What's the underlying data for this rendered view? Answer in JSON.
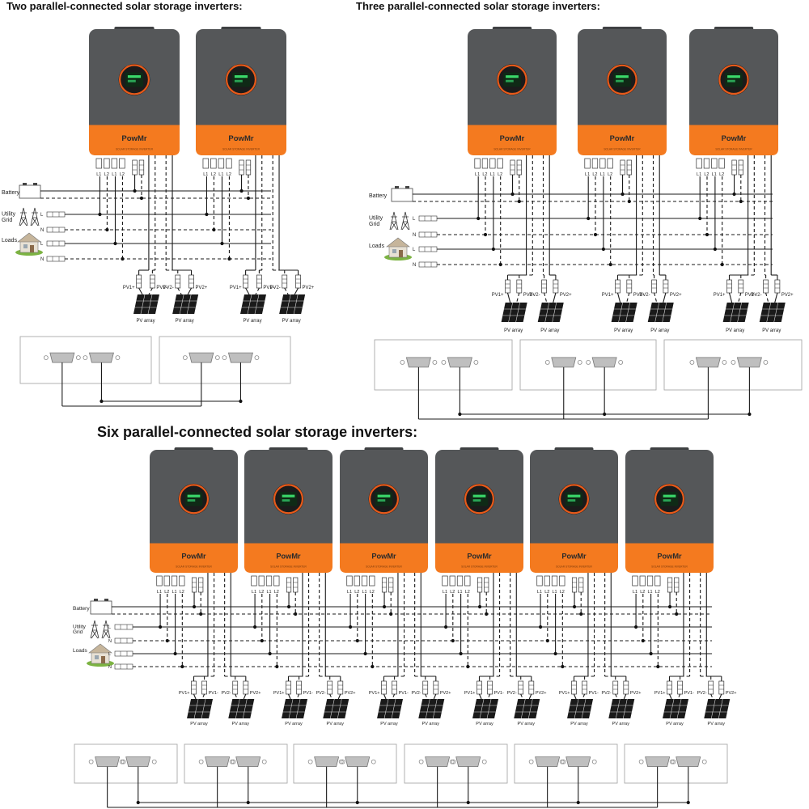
{
  "sections": {
    "two": {
      "title": "Two parallel-connected solar storage inverters:"
    },
    "three": {
      "title": "Three parallel-connected solar storage inverters:"
    },
    "six": {
      "title": "Six parallel-connected solar storage inverters:"
    }
  },
  "inverter": {
    "brand": "PowMr",
    "subtitle": "SOLAR STORAGE INVERTER",
    "terminal_labels": [
      "L1",
      "L2",
      "L1",
      "L2"
    ]
  },
  "left_labels": {
    "battery": "Battery",
    "utility_grid_line1": "Utility",
    "utility_grid_line2": "Grid",
    "loads": "Loads",
    "line": "L",
    "neutral": "N"
  },
  "pv": {
    "pv1_plus": "PV1+",
    "pv1_minus": "PV1-",
    "pv2_minus": "PV2-",
    "pv2_plus": "PV2+",
    "array_label": "PV array"
  },
  "colors": {
    "housing": "#555759",
    "housing_dark": "#3f4143",
    "accent": "#f47a1f",
    "display_ring": "#e85a1a",
    "screen": "#0f2a16"
  },
  "icons": {
    "battery": "battery-icon",
    "utility": "pylon-icon",
    "loads": "house-icon",
    "pv_panel": "solar-panel-icon",
    "comm_port": "db9-port-icon"
  }
}
